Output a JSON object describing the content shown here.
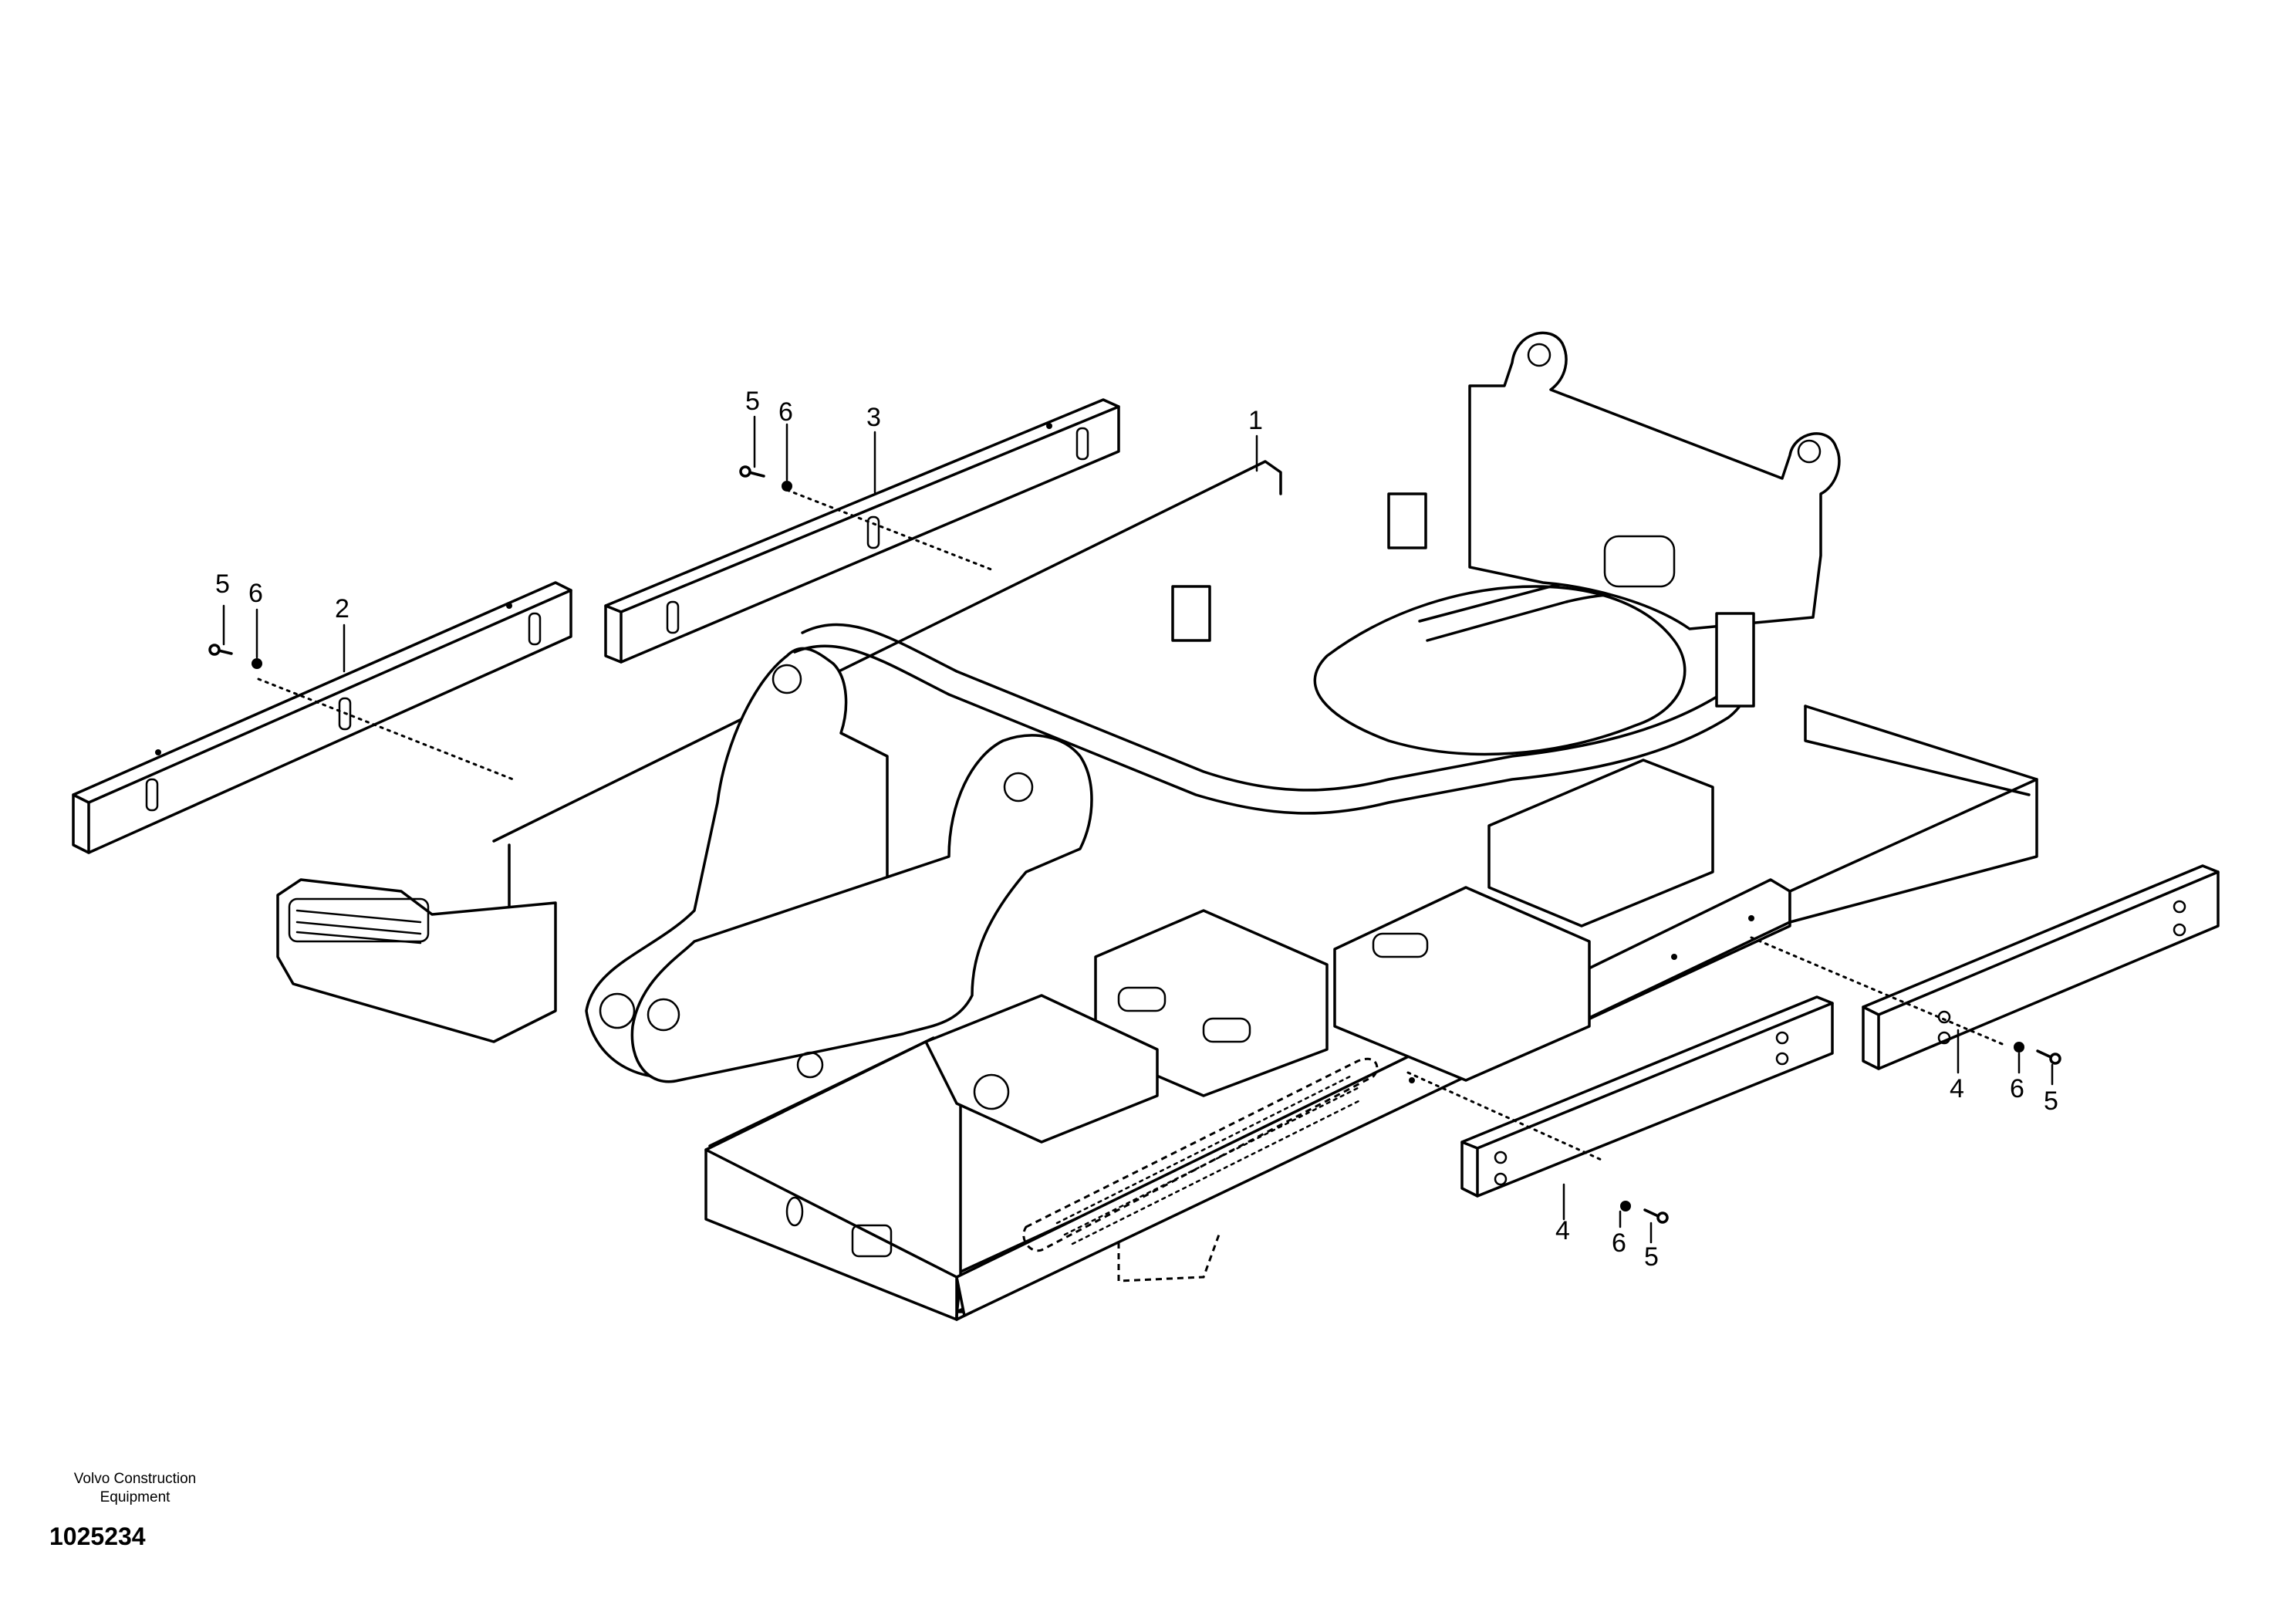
{
  "callouts": [
    {
      "id": "c1",
      "text": "1"
    },
    {
      "id": "c2",
      "text": "2"
    },
    {
      "id": "c3",
      "text": "3"
    },
    {
      "id": "c4a",
      "text": "4"
    },
    {
      "id": "c4b",
      "text": "4"
    },
    {
      "id": "c5a",
      "text": "5"
    },
    {
      "id": "c5b",
      "text": "5"
    },
    {
      "id": "c5c",
      "text": "5"
    },
    {
      "id": "c5d",
      "text": "5"
    },
    {
      "id": "c6a",
      "text": "6"
    },
    {
      "id": "c6b",
      "text": "6"
    },
    {
      "id": "c6c",
      "text": "6"
    },
    {
      "id": "c6d",
      "text": "6"
    }
  ],
  "footer": {
    "company": "Volvo Construction Equipment",
    "drawing_number": "1025234"
  }
}
